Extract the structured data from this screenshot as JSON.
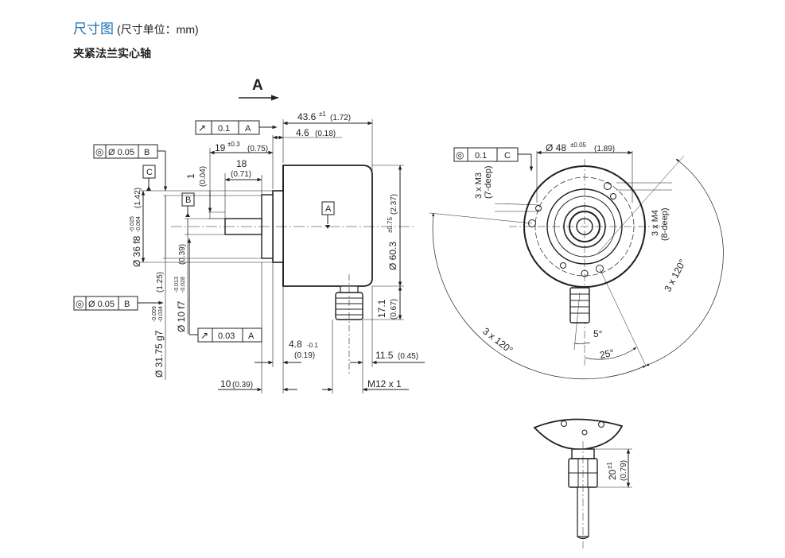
{
  "header": {
    "title": "尺寸图",
    "unit_note": "(尺寸单位：mm)",
    "subtitle": "夹紧法兰实心轴"
  },
  "labels": {
    "view_a": "A",
    "datum_a": "A",
    "datum_b": "B",
    "datum_c": "C",
    "dim_43_6": "43.6",
    "dim_43_6_tol": "±1",
    "dim_43_6_in": "(1.72)",
    "dim_4_6": "4.6",
    "dim_4_6_in": "(0.18)",
    "dim_19": "19",
    "dim_19_tol": "±0.3",
    "dim_19_in": "(0.75)",
    "dim_18": "18",
    "dim_18_in": "(0.71)",
    "dim_1": "1",
    "dim_1_in": "(0.04)",
    "dim_d36": "Ø 36 f8",
    "dim_d36_tol_up": "-0.025",
    "dim_d36_tol_lo": "-0.064",
    "dim_d36_in": "(1.42)",
    "dim_d10": "Ø 10 f7",
    "dim_d10_tol_up": "-0.013",
    "dim_d10_tol_lo": "-0.028",
    "dim_d10_in": "(0.39)",
    "dim_d3175": "Ø 31.75 g7",
    "dim_d3175_tol_up": "-0.009",
    "dim_d3175_tol_lo": "-0.034",
    "dim_d3175_in": "(1.25)",
    "dim_d603": "Ø 60.3",
    "dim_d603_tol": "±0.75",
    "dim_d603_in": "(2.37)",
    "dim_17_1": "17.1",
    "dim_17_1_in": "(0.67)",
    "dim_4_8": "4.8",
    "dim_4_8_tol": "-0.1",
    "dim_4_8_in": "(0.19)",
    "dim_11_5": "11.5",
    "dim_11_5_in": "(0.45)",
    "dim_10": "10",
    "dim_10_in": "(0.39)",
    "dim_m12": "M12 x 1",
    "dim_d48": "Ø 48",
    "dim_d48_tol": "±0.05",
    "dim_d48_in": "(1.89)",
    "dim_m3": "3 x M3",
    "dim_m3_depth": "(7-deep)",
    "dim_m4": "3 x M4",
    "dim_m4_depth": "(8-deep)",
    "angle_3x120_right": "3 x 120°",
    "angle_3x120_left": "3 x 120°",
    "angle_5": "5°",
    "angle_25": "25°",
    "dim_20": "20",
    "dim_20_tol": "±1",
    "dim_20_in": "(0.79)"
  },
  "tolerance_frames": {
    "parallel_top": {
      "symbol": "↗",
      "value": "0.1",
      "datum": "A"
    },
    "concentric_left_top": {
      "symbol": "◎",
      "value": "Ø 0.05",
      "datum": "B"
    },
    "concentric_left_bottom": {
      "symbol": "◎",
      "value": "Ø 0.05",
      "datum": "B"
    },
    "runout_bottom": {
      "symbol": "↗",
      "value": "0.03",
      "datum": "A"
    },
    "front_view": {
      "symbol": "◎",
      "value": "0.1",
      "datum": "C"
    }
  },
  "colors": {
    "title_blue": "#1e6fb4",
    "ink": "#231f20",
    "body_fill": "#ffffff"
  }
}
